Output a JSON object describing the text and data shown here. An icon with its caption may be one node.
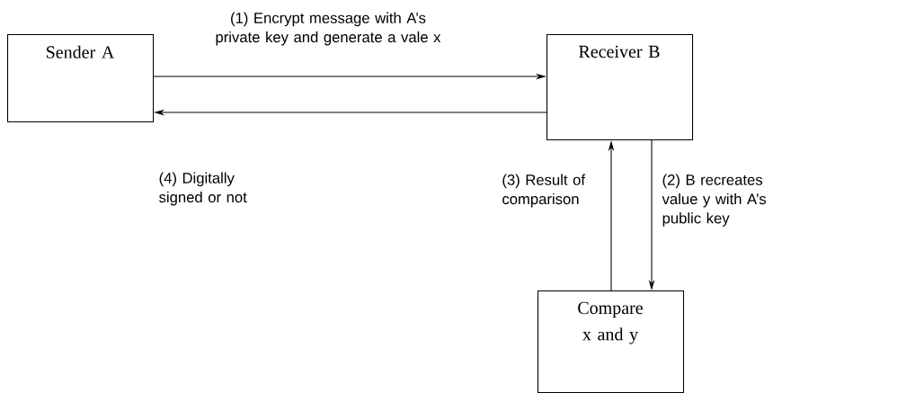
{
  "diagram": {
    "nodes": [
      {
        "text": [
          "Sender A"
        ]
      },
      {
        "text": [
          "Receiver B"
        ]
      },
      {
        "text": [
          "Compare x and y"
        ]
      }
    ],
    "edges": [
      {
        "from": 0,
        "to": 1,
        "arrow": "to",
        "label": "(1) Encrypt message with A’s private key and generate a vale x"
      },
      {
        "from": 1,
        "to": 0,
        "arrow": "to",
        "label": "(4) Digitally signed or not"
      },
      {
        "from": 1,
        "to": 2,
        "arrow": "to",
        "label": "(2) B recreates value y with A’s public key"
      },
      {
        "from": 2,
        "to": 1,
        "arrow": "to",
        "label": "(3) Result of comparison"
      }
    ]
  }
}
